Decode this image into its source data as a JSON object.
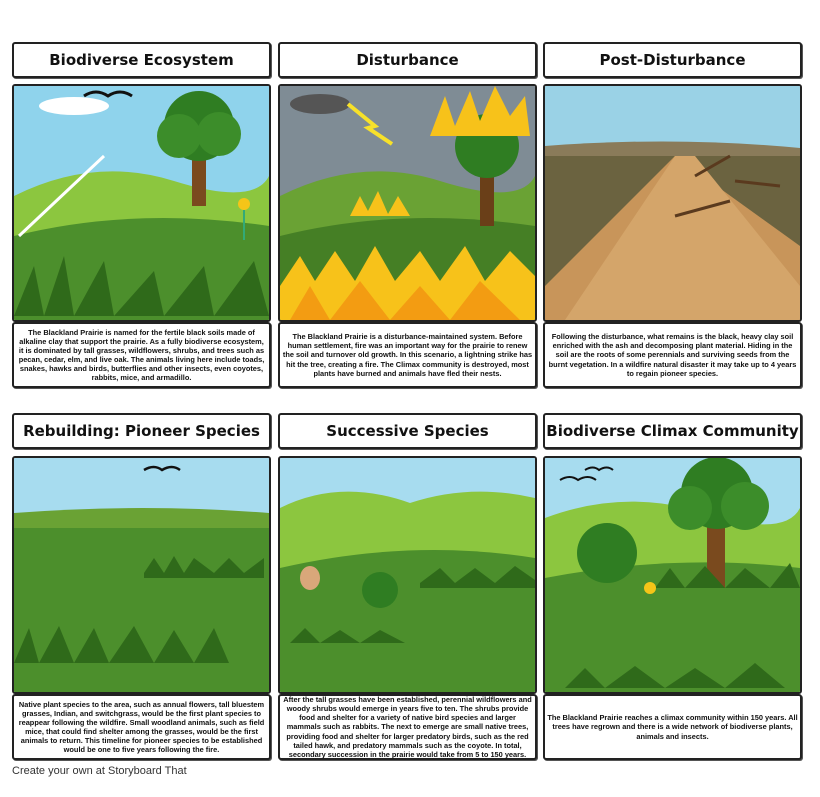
{
  "panels": [
    {
      "title": "Biodiverse Ecosystem",
      "scene": "grassland-with-tree-animals-fence",
      "caption": "The Blackland Prairie is named for the fertile black soils made of alkaline clay that support the prairie.  As a fully biodiverse ecosystem, it is dominated by tall grasses, wildflowers, shrubs, and trees such as pecan, cedar, elm, and live oak. The animals living here include toads, snakes, hawks and birds, butterflies and other insects, even coyotes, rabbits, mice, and armadillo."
    },
    {
      "title": "Disturbance",
      "scene": "lightning-fire-storm",
      "caption": "The Blackland Prairie is a disturbance-maintained system. Before human settlement, fire was an important way for the prairie to renew the soil and turnover old growth.  In this scenario, a lightning strike has hit the tree, creating a fire. The Climax community is destroyed, most plants have burned and animals have fled their nests."
    },
    {
      "title": "Post-Disturbance",
      "scene": "burnt-barren-land",
      "caption": "Following the disturbance, what remains is the black, heavy clay soil enriched with the ash and decomposing plant material. Hiding in the soil are the roots of some perennials and surviving seeds from the burnt vegetation. In a wildfire natural disaster it may take up to 4 years to regain pioneer species."
    },
    {
      "title": "Rebuilding: Pioneer Species",
      "scene": "grass-regrowth",
      "caption": "Native plant species to the area, such as annual flowers, tall bluestem grasses, Indian, and switchgrass, would be the first plant species to reappear following the wildfire.  Small woodland animals, such as field mice, that could find shelter among the grasses, would be the first animals to return. This timeline for pioneer species to be established would be one to five years following the fire."
    },
    {
      "title": "Successive Species",
      "scene": "shrubs-rabbit-coyote",
      "caption": "After the tall grasses have been established, perennial wildflowers and woody shrubs would emerge in years five to ten.  The shrubs provide food and shelter for a variety of native bird species and larger mammals such as rabbits. The next to emerge are small native trees, providing food and shelter for larger predatory birds, such as the red tailed hawk, and predatory mammals such as the coyote.  In total, secondary succession in the prairie would take from 5 to 150 years."
    },
    {
      "title": "Biodiverse Climax Community",
      "scene": "mature-tree-full-ecosystem",
      "caption": "The Blackland Prairie reaches a climax community within 150 years.  All trees have regrown and there is a wide network of biodiverse plants, animals and insects."
    }
  ],
  "footer": "Create your own at Storyboard That",
  "colors": {
    "sky": "#8fd3ec",
    "grass": "#4c8f2c",
    "hill": "#8cc63f",
    "fire": "#f7c21a",
    "dirt": "#c8955a"
  }
}
